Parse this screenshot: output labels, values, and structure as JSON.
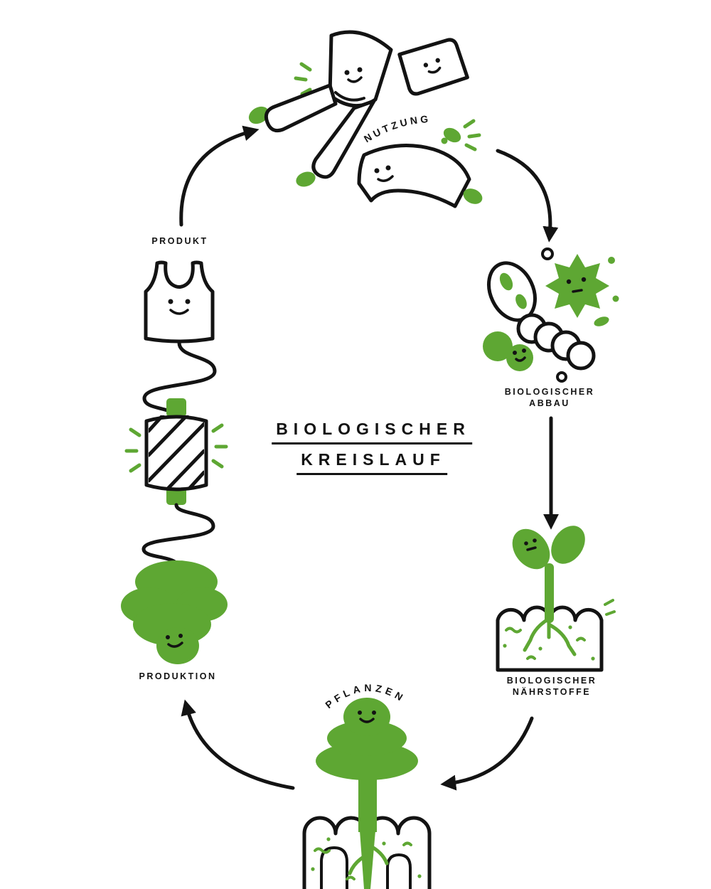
{
  "title": {
    "line1": "BIOLOGISCHER",
    "line2": "KREISLAUF"
  },
  "labels": {
    "produkt": "PRODUKT",
    "nutzung": "NUTZUNG",
    "abbau1": "BIOLOGISCHER",
    "abbau2": "ABBAU",
    "naehr1": "BIOLOGISCHER",
    "naehr2": "NÄHRSTOFFE",
    "produktion": "PRODUKTION",
    "pflanzen": "PFLANZEN"
  },
  "colors": {
    "green": "#5ea733",
    "ink": "#131313",
    "paper": "#ffffff"
  }
}
